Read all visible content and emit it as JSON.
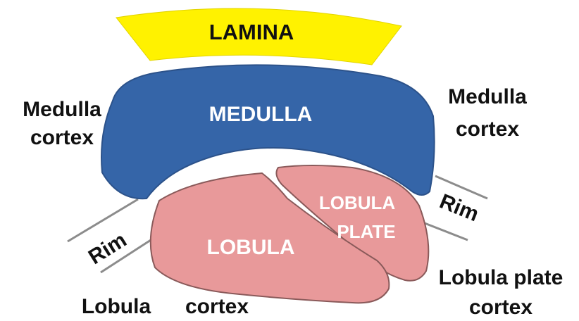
{
  "regions": {
    "lamina": "LAMINA",
    "medulla": "MEDULLA",
    "lobula": "LOBULA",
    "lobula_plate_line1": "LOBULA",
    "lobula_plate_line2": "PLATE"
  },
  "labels": {
    "medulla_cortex_left_line1": "Medulla",
    "medulla_cortex_left_line2": "cortex",
    "medulla_cortex_right_line1": "Medulla",
    "medulla_cortex_right_line2": "cortex",
    "rim_left": "Rim",
    "rim_right": "Rim",
    "lobula_cortex_word1": "Lobula",
    "lobula_cortex_word2": "cortex",
    "lobula_plate_cortex_line1": "Lobula plate",
    "lobula_plate_cortex_line2": "cortex"
  },
  "colors": {
    "lamina": "#fff200",
    "medulla": "#3565a8",
    "lobula": "#e8999a",
    "lobula_plate": "#e8999a",
    "outline": "#8a5a5a",
    "rim_lines": "#8c8c8c"
  }
}
